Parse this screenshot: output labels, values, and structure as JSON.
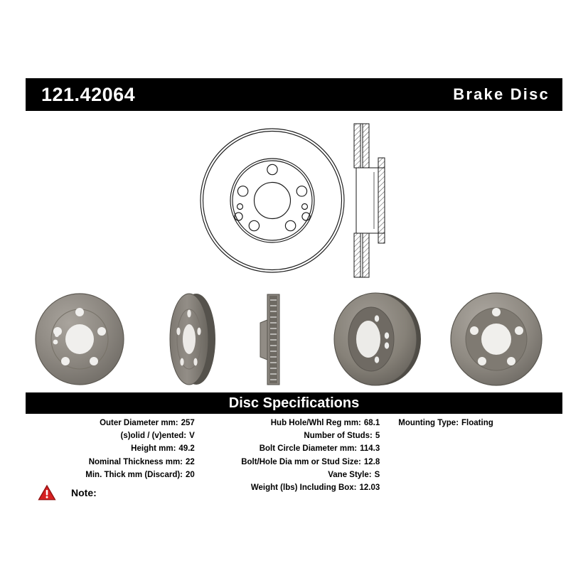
{
  "header": {
    "part_number": "121.42064",
    "product_type": "Brake Disc"
  },
  "drawing": {
    "front_view_name": "brake-rotor-front-view-drawing",
    "section_view_name": "brake-rotor-cross-section-drawing"
  },
  "photos": [
    {
      "label": "rotor-face-view",
      "view": "face"
    },
    {
      "label": "rotor-angled-face-view",
      "view": "angled-face"
    },
    {
      "label": "rotor-edge-profile-view",
      "view": "edge"
    },
    {
      "label": "rotor-angled-hub-view",
      "view": "angled-hub"
    },
    {
      "label": "rotor-hub-face-view",
      "view": "hub-face"
    }
  ],
  "specifications": {
    "title": "Disc Specifications",
    "left_column": [
      {
        "label": "Outer Diameter mm:",
        "value": "257"
      },
      {
        "label": "(s)olid / (v)ented:",
        "value": "V"
      },
      {
        "label": "Height mm:",
        "value": "49.2"
      },
      {
        "label": "Nominal Thickness mm:",
        "value": "22"
      },
      {
        "label": "Min. Thick mm (Discard):",
        "value": "20"
      }
    ],
    "middle_column": [
      {
        "label": "Hub Hole/Whl Reg mm:",
        "value": "68.1"
      },
      {
        "label": "Number of Studs:",
        "value": "5"
      },
      {
        "label": "Bolt Circle Diameter mm:",
        "value": "114.3"
      },
      {
        "label": "Bolt/Hole Dia mm or Stud Size:",
        "value": "12.8"
      },
      {
        "label": "Vane Style:",
        "value": "S"
      },
      {
        "label": "Weight (lbs) Including Box:",
        "value": "12.03"
      }
    ],
    "right_column": [
      {
        "label": "Mounting Type:",
        "value": "Floating"
      }
    ]
  },
  "note": {
    "icon": "warning-triangle-icon",
    "label": "Note:",
    "text": ""
  },
  "colors": {
    "bar_background": "#000000",
    "bar_text": "#ffffff",
    "page_background": "#ffffff",
    "warning_red": "#d62021",
    "warning_red_dark": "#8e1010",
    "rotor_gray": "#8a8580",
    "drawing_line": "#1a1a1a"
  }
}
